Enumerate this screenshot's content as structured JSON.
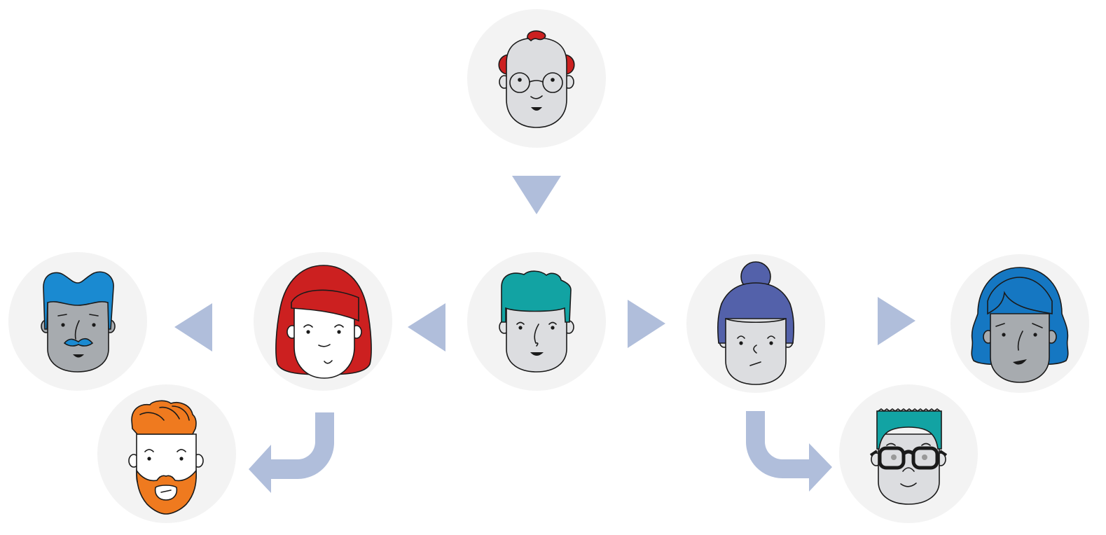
{
  "diagram": {
    "type": "org-hierarchy",
    "arrow_color": "#b0bedb",
    "node_background": "#f3f3f3",
    "nodes": [
      {
        "id": "top",
        "icon": "bald-man-glasses-avatar-icon",
        "hair_color": "#cc2020"
      },
      {
        "id": "center",
        "icon": "teal-hair-man-avatar-icon",
        "hair_color": "#12a3a3"
      },
      {
        "id": "left-1",
        "icon": "red-hair-woman-avatar-icon",
        "hair_color": "#cc2020"
      },
      {
        "id": "left-2",
        "icon": "blue-hair-mustache-man-avatar-icon",
        "hair_color": "#1a8ad1"
      },
      {
        "id": "left-branch",
        "icon": "orange-beard-man-avatar-icon",
        "hair_color": "#ef7a1f"
      },
      {
        "id": "right-1",
        "icon": "purple-bun-woman-avatar-icon",
        "hair_color": "#5361aa"
      },
      {
        "id": "right-2",
        "icon": "blue-curly-hair-woman-avatar-icon",
        "hair_color": "#1577c2"
      },
      {
        "id": "right-branch",
        "icon": "teal-hair-glasses-man-avatar-icon",
        "hair_color": "#12a3a3"
      }
    ],
    "edges": [
      {
        "from": "top",
        "to": "center",
        "shape": "straight"
      },
      {
        "from": "center",
        "to": "left-1",
        "shape": "straight"
      },
      {
        "from": "left-1",
        "to": "left-2",
        "shape": "straight"
      },
      {
        "from": "left-1",
        "to": "left-branch",
        "shape": "curved"
      },
      {
        "from": "center",
        "to": "right-1",
        "shape": "straight"
      },
      {
        "from": "right-1",
        "to": "right-2",
        "shape": "straight"
      },
      {
        "from": "right-1",
        "to": "right-branch",
        "shape": "curved"
      }
    ]
  }
}
